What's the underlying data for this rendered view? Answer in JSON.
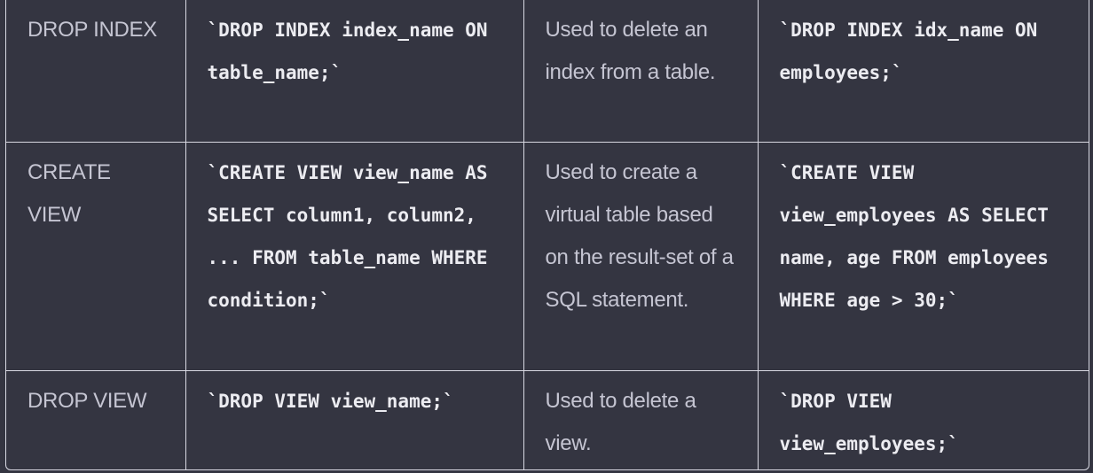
{
  "rows": [
    {
      "command": "DROP INDEX",
      "syntax": "`DROP INDEX index_name ON table_name;`",
      "description": "Used to delete an index from a table.",
      "example": "`DROP INDEX idx_name ON employees;`"
    },
    {
      "command": "CREATE VIEW",
      "syntax": "`CREATE VIEW view_name AS SELECT column1, column2, ... FROM table_name WHERE condition;`",
      "description": "Used to create a virtual table based on the result-set of a SQL statement.",
      "example": "`CREATE VIEW view_employees AS SELECT name, age FROM employees WHERE age > 30;`"
    },
    {
      "command": "DROP VIEW",
      "syntax": "`DROP VIEW view_name;`",
      "description": "Used to delete a view.",
      "example": "`DROP VIEW view_employees;`"
    }
  ],
  "colors": {
    "background": "#343541",
    "border": "#d9d9e3",
    "text": "#c5c5d2",
    "code_text": "#ececf1"
  }
}
